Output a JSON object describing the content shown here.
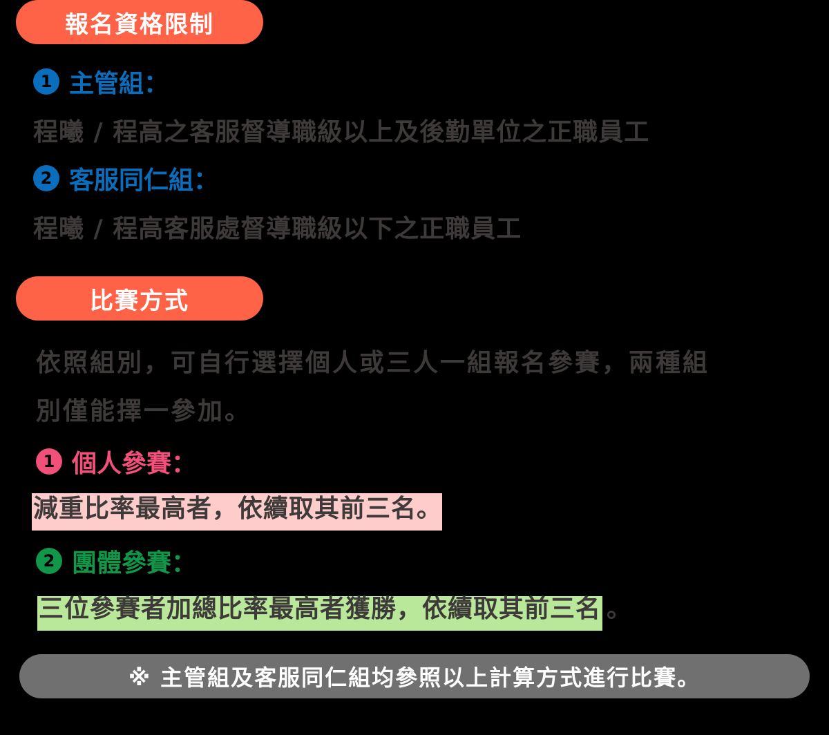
{
  "colors": {
    "background": "#000000",
    "pill": "#FF6347",
    "blue": "#0A6EBD",
    "pink": "#F0507A",
    "green": "#12964A",
    "body_text": "#3d3a39",
    "pink_highlight": "#FFCCCC",
    "green_highlight": "#B9E89A",
    "note_bg": "#707070"
  },
  "eligibility": {
    "title": "報名資格限制",
    "groups": [
      {
        "number": "1",
        "label": "主管組：",
        "description": "程曦 / 程高之客服督導職級以上及後勤單位之正職員工"
      },
      {
        "number": "2",
        "label": "客服同仁組：",
        "description": "程曦 / 程高客服處督導職級以下之正職員工"
      }
    ]
  },
  "competition": {
    "title": "比賽方式",
    "intro_line1": "依照組別，可自行選擇個人或三人一組報名參賽，兩種組",
    "intro_line2": "別僅能擇一參加。",
    "modes": [
      {
        "number": "1",
        "label": "個人參賽：",
        "rule": "減重比率最高者，依續取其前三名。"
      },
      {
        "number": "2",
        "label": "團體參賽：",
        "rule": "三位參賽者加總比率最高者獲勝，依續取其前三名",
        "rule_suffix": "。"
      }
    ]
  },
  "note": "※ 主管組及客服同仁組均參照以上計算方式進行比賽。"
}
